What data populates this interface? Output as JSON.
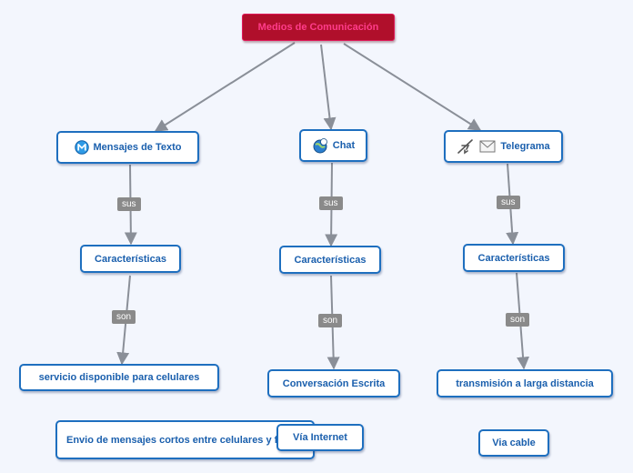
{
  "root": {
    "label": "Medios de Comunicación"
  },
  "branches": {
    "mensajes": {
      "title": "Mensajes de Texto",
      "rel1": "sus",
      "caract": "Características",
      "rel2": "son",
      "leaf1": "servicio disponible para celulares",
      "leaf2": "Envio de mensajes cortos entre celulares y fijos"
    },
    "chat": {
      "title": "Chat",
      "rel1": "sus",
      "caract": "Características",
      "rel2": "son",
      "leaf1": "Conversación Escrita",
      "leaf2": "Vía Internet"
    },
    "telegrama": {
      "title": "Telegrama",
      "rel1": "sus",
      "caract": "Características",
      "rel2": "son",
      "leaf1": "transmisión a larga distancia",
      "leaf2": "Via cable"
    }
  },
  "colors": {
    "root_fill": "#b00f2b",
    "root_text": "#ff3c8a",
    "node_border": "#1e6fbf",
    "node_text": "#1a5fad",
    "connector": "#8a8f98",
    "tag_fill": "#8a8a8a"
  },
  "icons": {
    "mensajes": "messenger-m-icon",
    "chat": "globe-chat-icon",
    "telegrama": [
      "airplane-icon",
      "envelope-icon"
    ]
  }
}
